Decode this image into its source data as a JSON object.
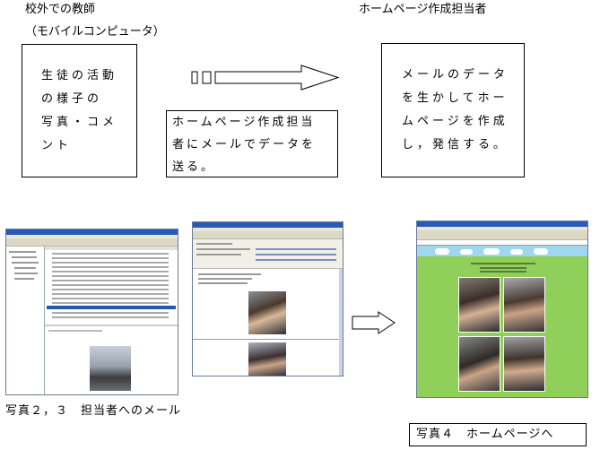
{
  "header": {
    "left_title": "校外での教師",
    "left_subtitle": "（モバイルコンピュータ）",
    "right_title": "ホームページ作成担当者"
  },
  "boxes": {
    "teacher": {
      "lines": [
        "生徒の活動",
        "の様子の",
        "写真・コメ",
        "ント"
      ]
    },
    "send": {
      "lines": [
        "ホームページ作成担当",
        "者にメールでデータを",
        "送る。"
      ]
    },
    "webmaster": {
      "lines": [
        "メールのデータ",
        "を生かしてホー",
        "ムページを作成",
        "し，発信する。"
      ]
    }
  },
  "captions": {
    "mail": "写真２，３　担当者へのメール",
    "homepage": "写真４　ホームページへ"
  },
  "colors": {
    "titlebar": "#2a5ab8",
    "homepage_bg": "#8fcf5a",
    "sky": "#9fd6f0"
  }
}
